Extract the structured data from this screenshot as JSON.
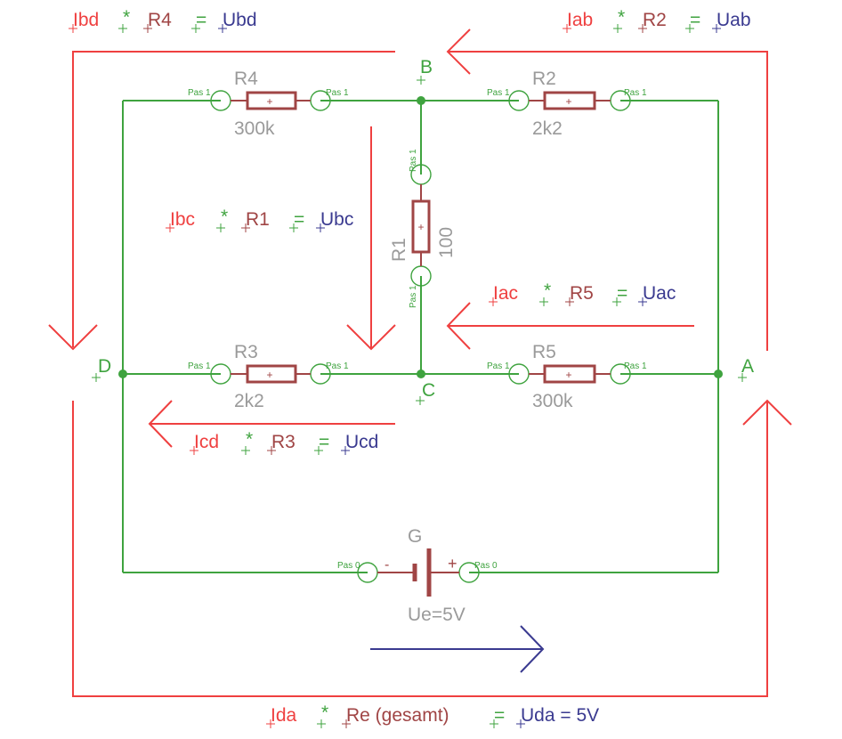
{
  "nodes": {
    "a": "A",
    "b": "B",
    "c": "C",
    "d": "D"
  },
  "resistors": {
    "r1": {
      "name": "R1",
      "value": "100"
    },
    "r2": {
      "name": "R2",
      "value": "2k2"
    },
    "r3": {
      "name": "R3",
      "value": "2k2"
    },
    "r4": {
      "name": "R4",
      "value": "300k"
    },
    "r5": {
      "name": "R5",
      "value": "300k"
    }
  },
  "source": {
    "name": "G",
    "value": "Ue=5V",
    "minus": "-",
    "plus": "+"
  },
  "pin_labels": {
    "pas1": "Pas 1",
    "pas0": "Pas 0"
  },
  "symbols": {
    "times": "*",
    "equals": "="
  },
  "equations": {
    "bd": {
      "current": "Ibd",
      "resistor": "R4",
      "voltage": "Ubd"
    },
    "ab": {
      "current": "Iab",
      "resistor": "R2",
      "voltage": "Uab"
    },
    "bc": {
      "current": "Ibc",
      "resistor": "R1",
      "voltage": "Ubc"
    },
    "ac": {
      "current": "Iac",
      "resistor": "R5",
      "voltage": "Uac"
    },
    "cd": {
      "current": "Icd",
      "resistor": "R3",
      "voltage": "Ucd"
    },
    "da": {
      "current": "Ida",
      "resistor": "Re (gesamt)",
      "voltage": "Uda = 5V"
    }
  },
  "colors": {
    "wire": "#3fa33f",
    "arrow": "#ef4040",
    "component": "#a04545",
    "voltage": "#3a3a90",
    "label": "#9a9a9a"
  }
}
